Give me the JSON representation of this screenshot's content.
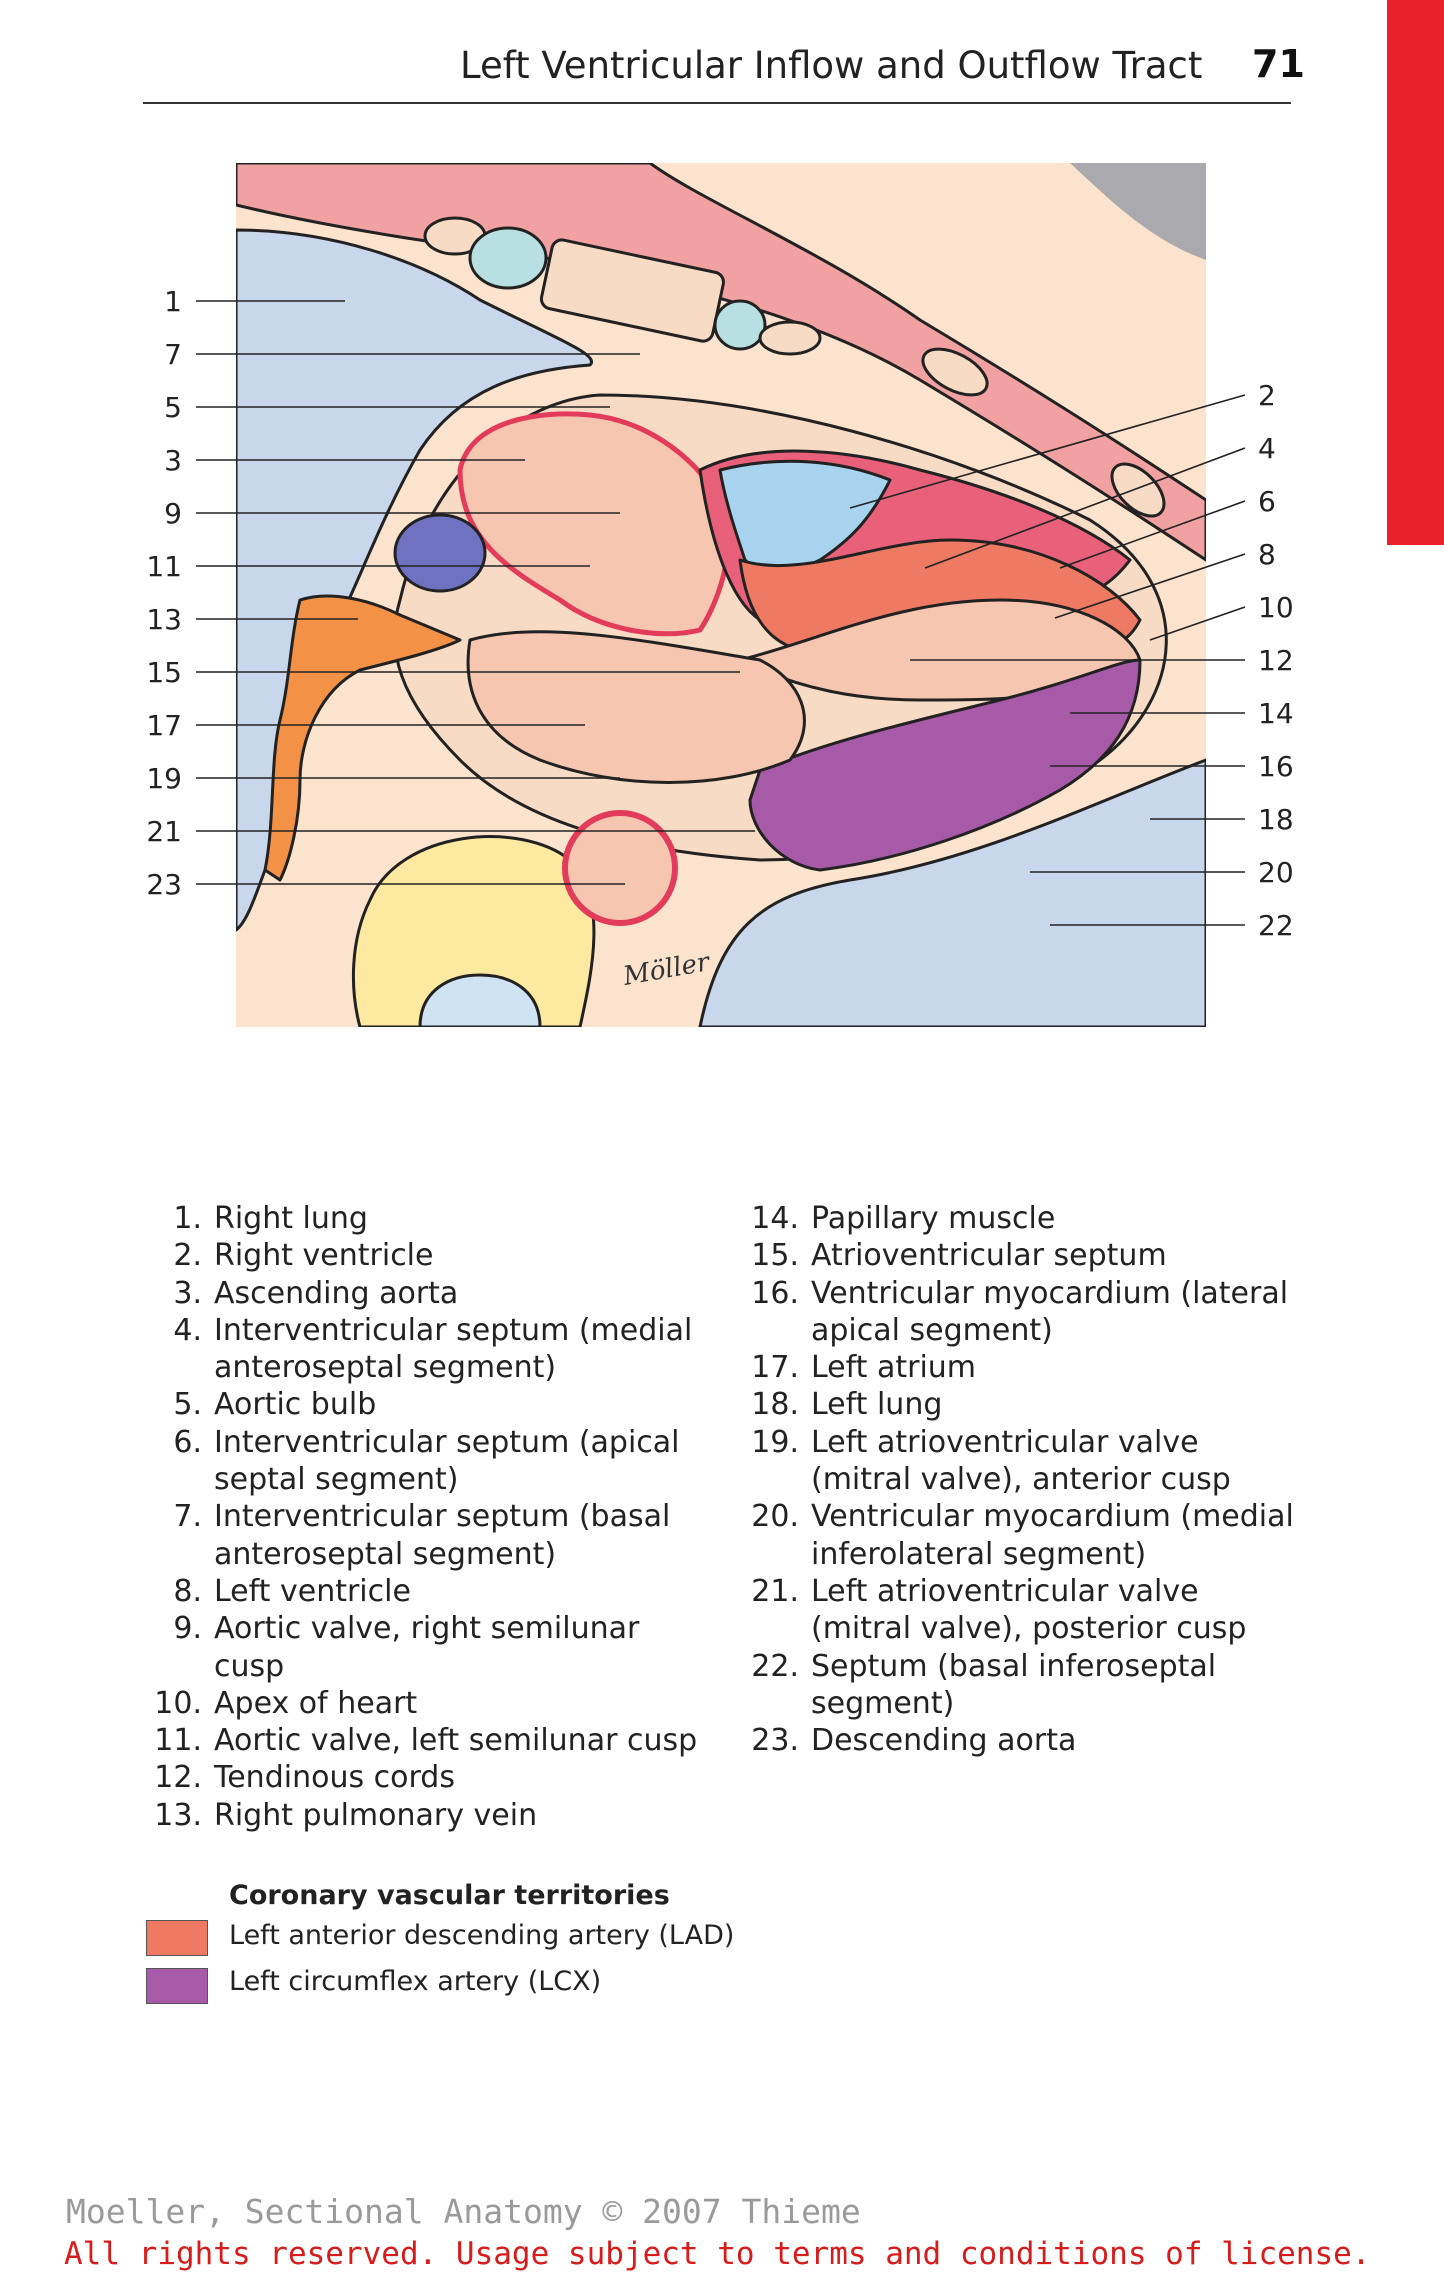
{
  "header": {
    "title": "Left Ventricular Inflow and Outflow Tract",
    "page_number": "71"
  },
  "figure": {
    "left_labels": [
      "1",
      "7",
      "5",
      "3",
      "9",
      "11",
      "13",
      "15",
      "17",
      "19",
      "21",
      "23"
    ],
    "right_labels": [
      "2",
      "4",
      "6",
      "8",
      "10",
      "12",
      "14",
      "16",
      "18",
      "20",
      "22"
    ],
    "signature": "Möller"
  },
  "legend": {
    "left": [
      {
        "num": "1.",
        "text": "Right lung"
      },
      {
        "num": "2.",
        "text": "Right ventricle"
      },
      {
        "num": "3.",
        "text": "Ascending aorta"
      },
      {
        "num": "4.",
        "text": "Interventricular septum (medial anteroseptal segment)"
      },
      {
        "num": "5.",
        "text": "Aortic bulb"
      },
      {
        "num": "6.",
        "text": "Interventricular septum (apical septal segment)"
      },
      {
        "num": "7.",
        "text": "Interventricular septum (basal anteroseptal segment)"
      },
      {
        "num": "8.",
        "text": "Left ventricle"
      },
      {
        "num": "9.",
        "text": "Aortic valve, right semilunar cusp"
      },
      {
        "num": "10.",
        "text": "Apex of heart"
      },
      {
        "num": "11.",
        "text": "Aortic valve, left semilunar cusp"
      },
      {
        "num": "12.",
        "text": "Tendinous cords"
      },
      {
        "num": "13.",
        "text": "Right pulmonary vein"
      }
    ],
    "right": [
      {
        "num": "14.",
        "text": "Papillary muscle"
      },
      {
        "num": "15.",
        "text": "Atrioventricular septum"
      },
      {
        "num": "16.",
        "text": "Ventricular myocardium (lateral apical segment)"
      },
      {
        "num": "17.",
        "text": "Left atrium"
      },
      {
        "num": "18.",
        "text": "Left lung"
      },
      {
        "num": "19.",
        "text": "Left atrioventricular valve (mitral valve), anterior cusp"
      },
      {
        "num": "20.",
        "text": "Ventricular myocardium (medial inferolateral segment)"
      },
      {
        "num": "21.",
        "text": "Left atrioventricular valve (mitral valve), posterior cusp"
      },
      {
        "num": "22.",
        "text": "Septum (basal inferoseptal segment)"
      },
      {
        "num": "23.",
        "text": "Descending aorta"
      }
    ]
  },
  "coronary": {
    "title": "Coronary vascular territories",
    "items": [
      {
        "text": "Left anterior descending artery (LAD)",
        "color": "#ef7a63"
      },
      {
        "text": "Left circumflex artery (LCX)",
        "color": "#a75aa8"
      }
    ]
  },
  "footer": {
    "line1": "Moeller, Sectional Anatomy © 2007 Thieme",
    "line2": "All rights reserved. Usage subject to terms and conditions of license."
  }
}
